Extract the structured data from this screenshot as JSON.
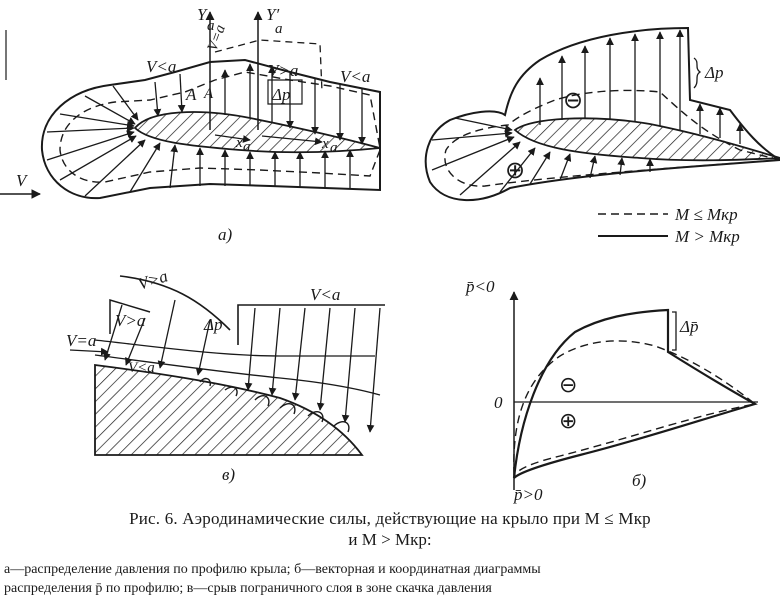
{
  "diagram_a": {
    "axis_y": "Y",
    "axis_y_sub": "a",
    "axis_y2": "Y′",
    "axis_y2_sub": "a",
    "label_v_eq_a": "V=a",
    "label_v_lt_a_left": "V<a",
    "label_v_gt_a": "V>a",
    "label_v_lt_a_right": "V<a",
    "label_delta_p": "Δp",
    "label_A": "A",
    "label_A1": "A",
    "label_xa": "x",
    "label_xa_sub": "a",
    "label_x2a": "x",
    "label_x2a_sub": "a",
    "label_v_stream": "V",
    "panel_letter": "a)"
  },
  "diagram_b_right": {
    "label_delta_p": "Δp",
    "minus": "⊖",
    "plus": "⊕"
  },
  "legend": {
    "dashed_label": "M ≤ Mкр",
    "solid_label": "M > Mкр"
  },
  "diagram_v": {
    "label_v_gt_a_top": "V>a",
    "label_delta_p": "Δp",
    "label_v_lt_a_top": "V<a",
    "label_v_gt_a": "V>a",
    "label_v_eq_a": "V=a",
    "label_v_lt_a_inner": "V<a",
    "panel_letter": "в)"
  },
  "diagram_b": {
    "label_p_lt_0": "p̄<0",
    "label_p_gt_0": "p̄>0",
    "label_zero": "0",
    "label_delta_p": "Δp̄",
    "minus": "⊖",
    "plus": "⊕",
    "panel_letter": "б)"
  },
  "caption": {
    "line1": "Рис. 6. Аэродинамические силы, действующие на крыло при M ≤ Mкр",
    "line2": "и M > Mкр:",
    "line3": "а—распределение давления по профилю крыла; б—векторная и координатная диаграммы",
    "line4": "распределения p̄ по профилю; в—срыв пограничного слоя в зоне скачка давления"
  }
}
